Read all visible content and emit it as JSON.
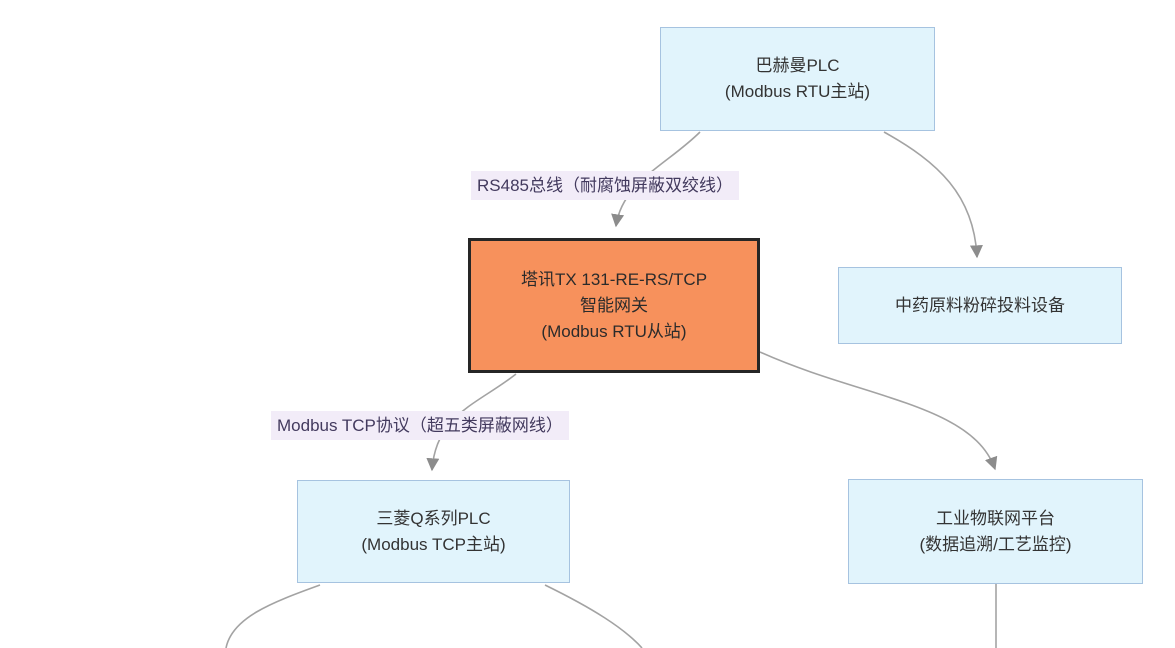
{
  "diagram": {
    "nodes": [
      {
        "name": "bachmann-plc",
        "lines": [
          "巴赫曼PLC",
          "(Modbus RTU主站)"
        ]
      },
      {
        "name": "taxun-gateway",
        "lines": [
          "塔讯TX 131-RE-RS/TCP",
          "智能网关",
          "(Modbus RTU从站)"
        ]
      },
      {
        "name": "crushing-feeding-equipment",
        "lines": [
          "中药原料粉碎投料设备"
        ]
      },
      {
        "name": "mitsubishi-q-plc",
        "lines": [
          "三菱Q系列PLC",
          "(Modbus TCP主站)"
        ]
      },
      {
        "name": "iiot-platform",
        "lines": [
          "工业物联网平台",
          "(数据追溯/工艺监控)"
        ]
      }
    ],
    "edge_labels": [
      {
        "name": "rs485-bus",
        "text": "RS485总线（耐腐蚀屏蔽双绞线）"
      },
      {
        "name": "modbus-tcp",
        "text": "Modbus TCP协议（超五类屏蔽网线）"
      }
    ],
    "colors": {
      "node_fill": "#e1f4fc",
      "node_border": "#a6c3e0",
      "gateway_fill": "#f7915c",
      "gateway_border": "#262626",
      "edge_line": "#a3a3a3",
      "arrowhead": "#8c8c8c",
      "edge_label_bg": "#f2ecf8",
      "edge_label_text": "#433a5e",
      "node_text": "#333333",
      "background": "#ffffff"
    }
  }
}
